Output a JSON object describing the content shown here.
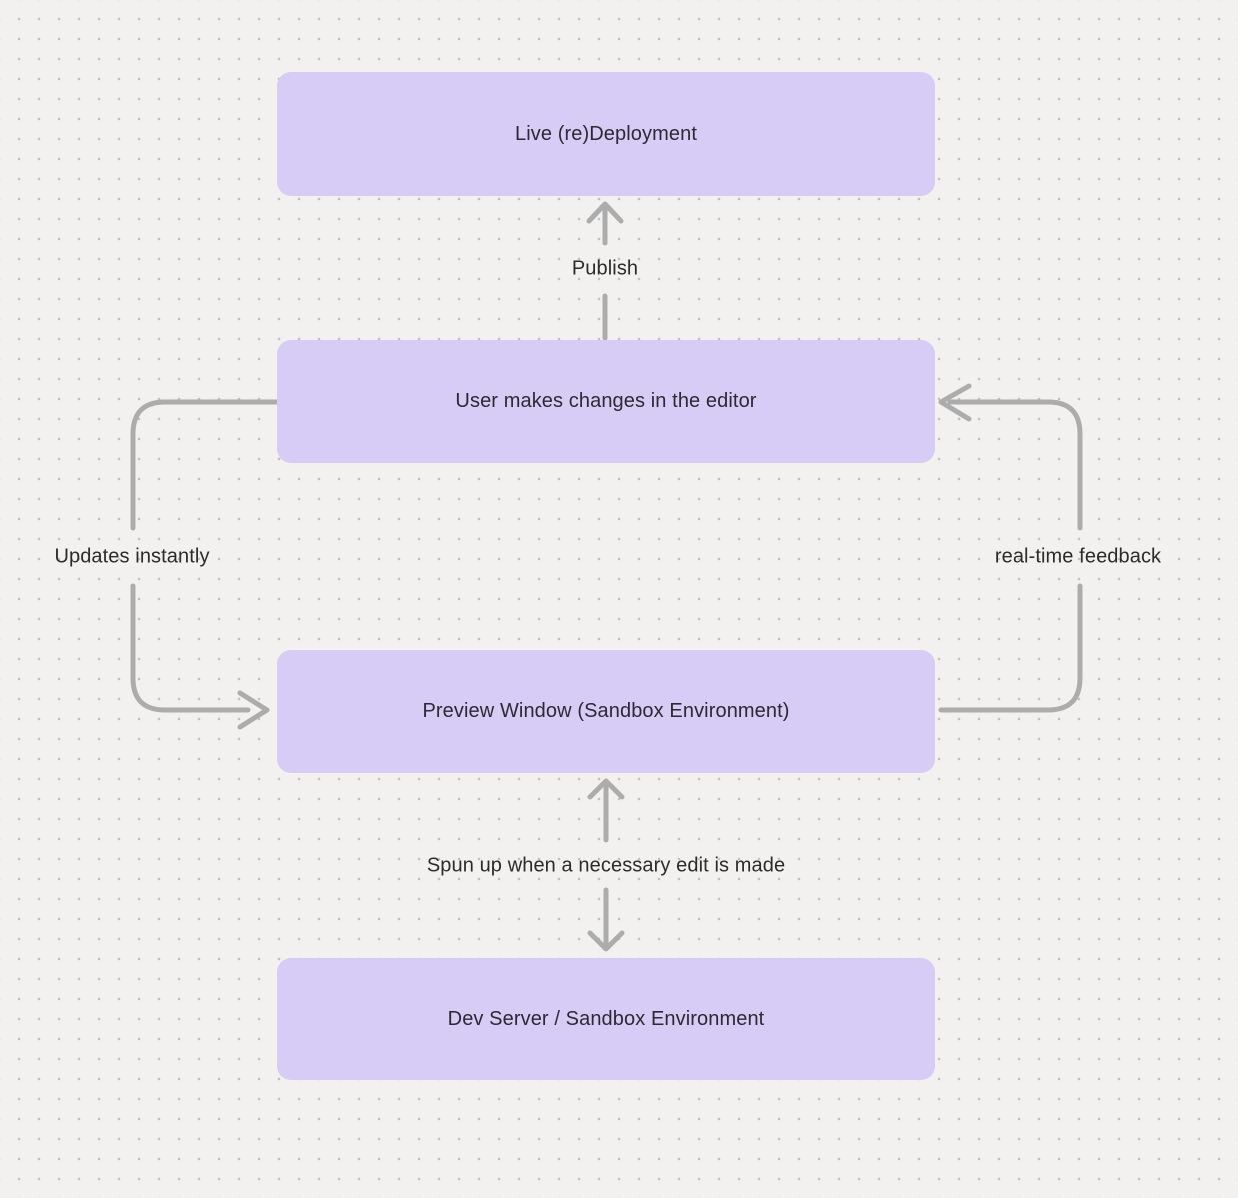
{
  "colors": {
    "background": "#f2f1ef",
    "dot": "#c2c1bf",
    "node-fill": "#d7ccf5",
    "node-text": "#2b2933",
    "arrow": "#acacac",
    "label-text": "#2b2b2b"
  },
  "nodes": [
    {
      "id": "live-deployment",
      "label": "Live (re)Deployment"
    },
    {
      "id": "user-edits",
      "label": "User makes changes in the editor"
    },
    {
      "id": "preview-window",
      "label": "Preview Window (Sandbox Environment)"
    },
    {
      "id": "dev-server",
      "label": "Dev Server / Sandbox Environment"
    }
  ],
  "edges": [
    {
      "label": "Publish",
      "from": "User makes changes in the editor",
      "to": "Live (re)Deployment",
      "direction": "up"
    },
    {
      "label": "Updates instantly",
      "from": "User makes changes in the editor",
      "to": "Preview Window (Sandbox Environment)",
      "direction": "left-side-down"
    },
    {
      "label": "real-time feedback",
      "from": "Preview Window (Sandbox Environment)",
      "to": "User makes changes in the editor",
      "direction": "right-side-up"
    },
    {
      "label": "Spun up when a necessary edit is made",
      "from": "Preview Window (Sandbox Environment)",
      "to": "Dev Server / Sandbox Environment",
      "bidirectional": true
    }
  ]
}
